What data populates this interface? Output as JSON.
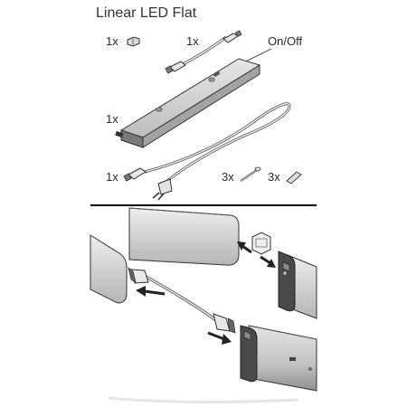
{
  "title": "Linear LED Flat",
  "parts": {
    "end_cap": {
      "qty": "1x"
    },
    "connector_cable": {
      "qty": "1x"
    },
    "switch_label": "On/Off",
    "led_bar": {
      "qty": "1x"
    },
    "power_cable": {
      "qty": "1x"
    },
    "screws": {
      "qty": "3x"
    },
    "clips": {
      "qty": "3x"
    }
  },
  "colors": {
    "ink": "#2a2a2a",
    "bar_fill": "#cfcfcf",
    "bar_shade": "#9a9a9a",
    "bar_dark": "#4a4a4a",
    "divider": "#000000"
  }
}
